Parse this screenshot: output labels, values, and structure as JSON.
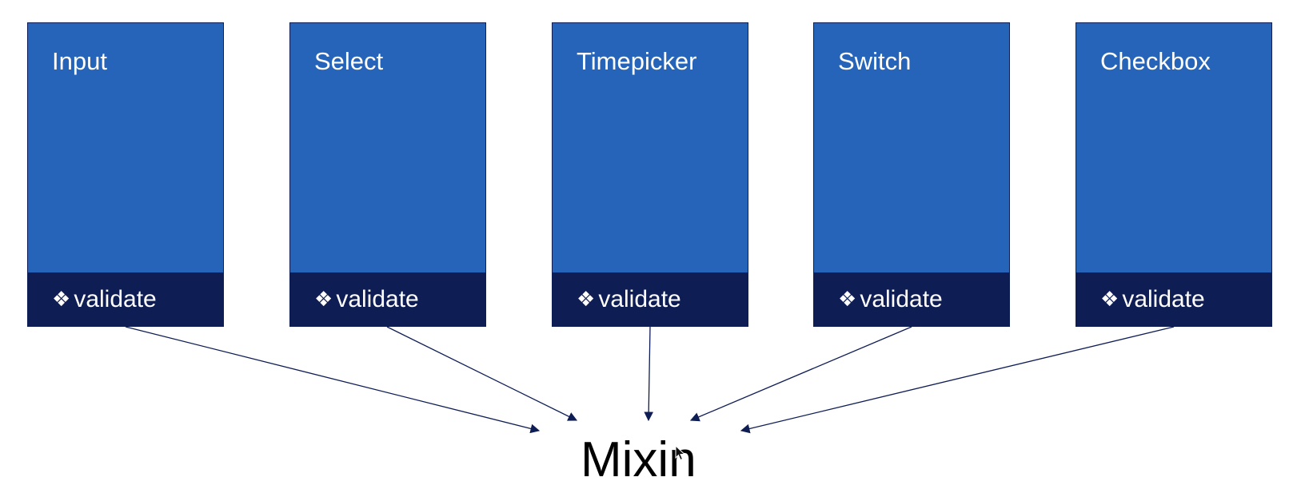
{
  "components": [
    {
      "title": "Input",
      "method": "validate"
    },
    {
      "title": "Select",
      "method": "validate"
    },
    {
      "title": "Timepicker",
      "method": "validate"
    },
    {
      "title": "Switch",
      "method": "validate"
    },
    {
      "title": "Checkbox",
      "method": "validate"
    }
  ],
  "bullet_symbol": "❖",
  "target_label": "Mixin",
  "colors": {
    "box": "#2564b8",
    "footer": "#0f1d55",
    "arrow": "#0f1d55",
    "text": "#ffffff",
    "target": "#000000"
  }
}
